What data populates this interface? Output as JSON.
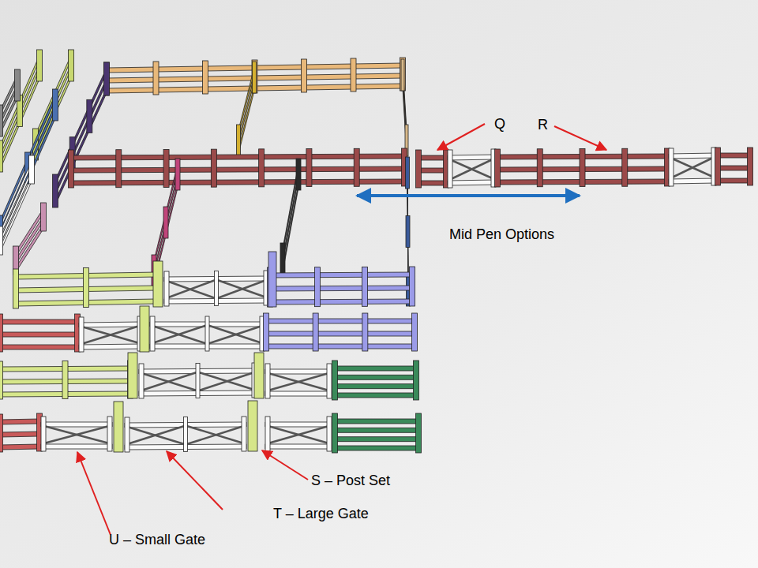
{
  "diagram": {
    "labels": [
      "Q",
      "R",
      "Mid Pen Options",
      "S – Post Set",
      "T – Large Gate",
      "U – Small Gate"
    ]
  }
}
